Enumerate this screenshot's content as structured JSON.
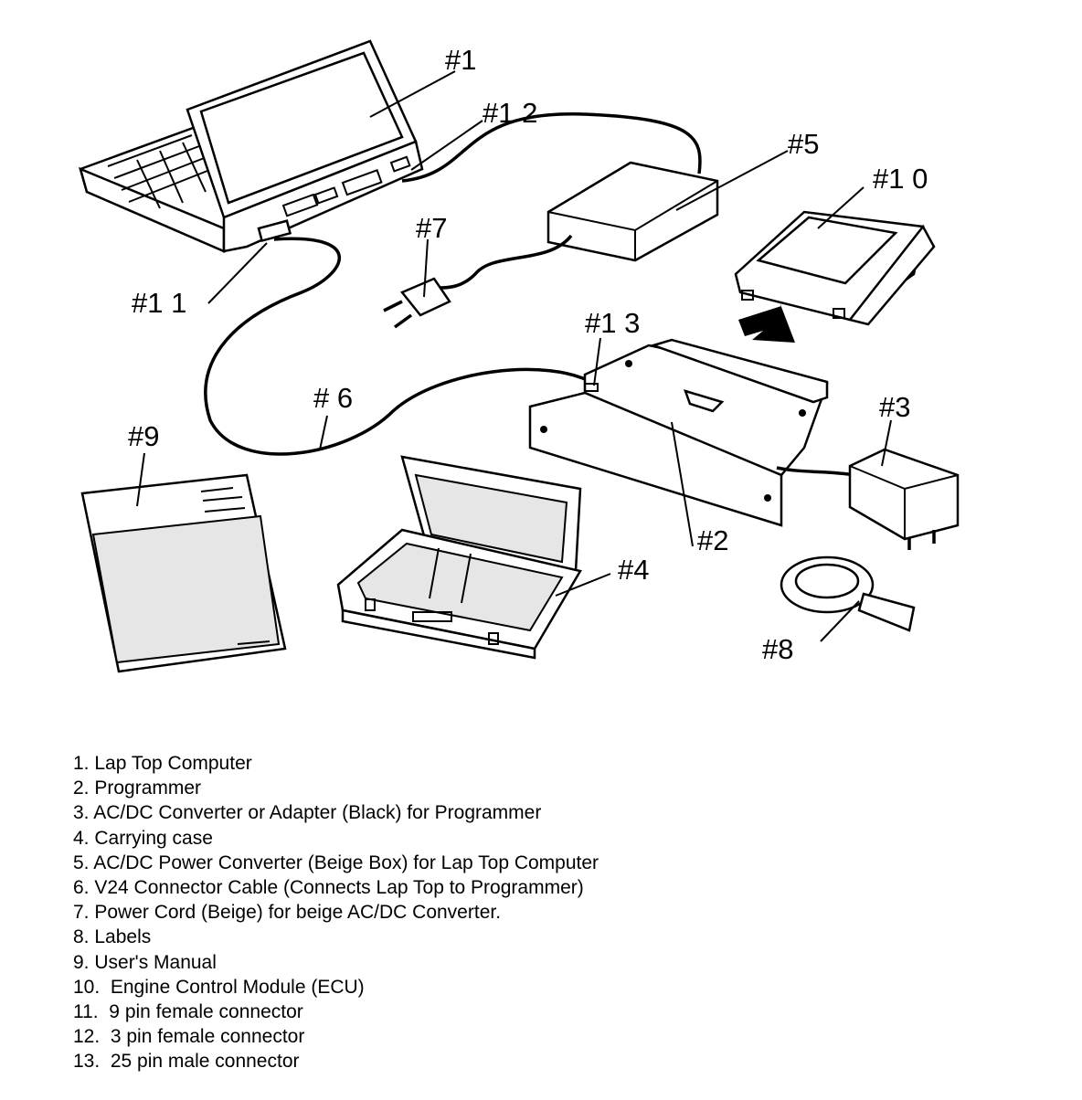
{
  "callouts": {
    "c1": "#1",
    "c2": "#2",
    "c3": "#3",
    "c4": "#4",
    "c5": "#5",
    "c6": "# 6",
    "c7": "#7",
    "c8": "#8",
    "c9": "#9",
    "c10": "#1 0",
    "c11": "#1 1",
    "c12": "#1 2",
    "c13": "#1 3"
  },
  "legend": [
    "1. Lap Top Computer",
    "2. Programmer",
    "3. AC/DC Converter or Adapter (Black) for Programmer",
    "4. Carrying case",
    "5. AC/DC Power Converter (Beige Box) for Lap Top Computer",
    "6. V24 Connector Cable (Connects Lap Top to Programmer)",
    "7. Power Cord (Beige) for beige AC/DC Converter.",
    "8. Labels",
    "9. User's Manual",
    "10.  Engine Control Module (ECU)",
    "11.  9 pin female connector",
    "12.  3 pin female connector",
    "13.  25 pin male connector"
  ]
}
